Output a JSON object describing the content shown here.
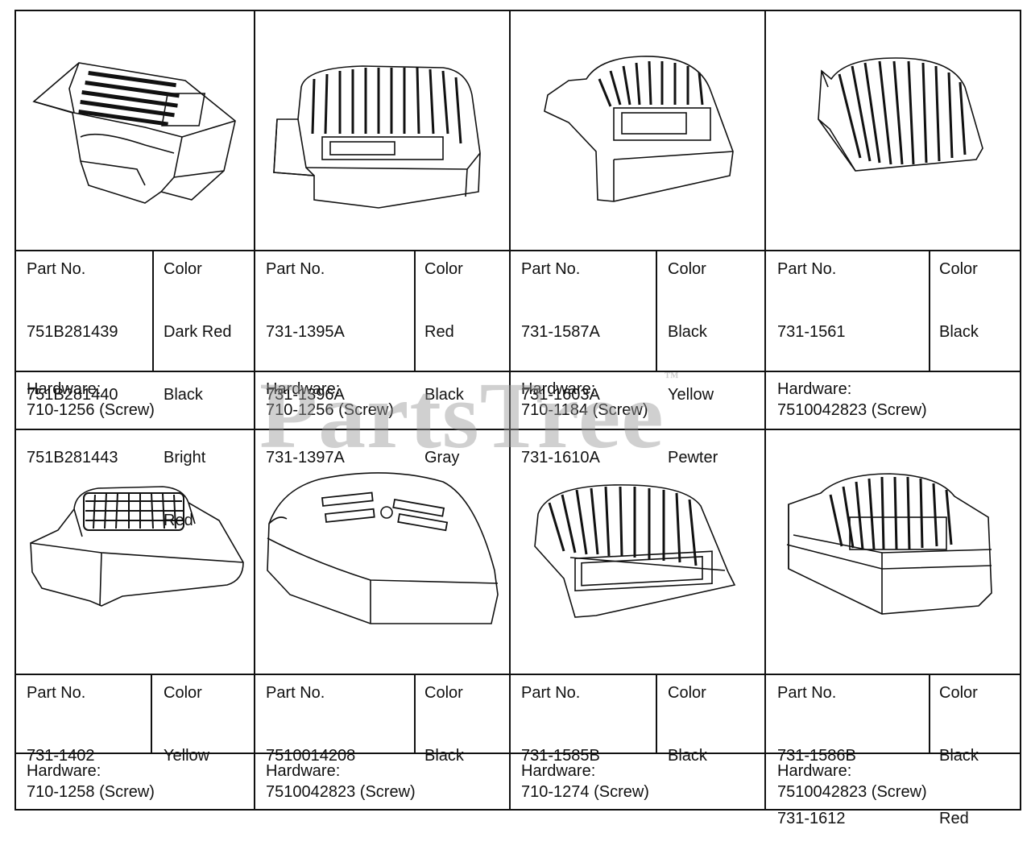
{
  "watermark": "PartsTree",
  "watermark_mark": "™",
  "labels": {
    "part_no": "Part No.",
    "color": "Color",
    "hardware": "Hardware:"
  },
  "icons": [
    "blower-housing-1-icon",
    "blower-housing-2-icon",
    "blower-housing-3-icon",
    "blower-housing-4-icon",
    "blower-housing-5-icon",
    "blower-housing-6-icon",
    "blower-housing-7-icon",
    "blower-housing-8-icon"
  ],
  "items": [
    {
      "parts": [
        "751B281439",
        "751B281440",
        "751B281443"
      ],
      "colors": [
        "Dark Red",
        "Black",
        "Bright",
        "Red"
      ],
      "hardware": "710-1256 (Screw)"
    },
    {
      "parts": [
        "731-1395A",
        "731-1396A",
        "731-1397A"
      ],
      "colors": [
        "Red",
        "Black",
        "Gray"
      ],
      "hardware": "710-1256 (Screw)"
    },
    {
      "parts": [
        "731-1587A",
        "731-1603A",
        "731-1610A"
      ],
      "colors": [
        "Black",
        "Yellow",
        "Pewter"
      ],
      "hardware": "710-1184 (Screw)"
    },
    {
      "parts": [
        "731-1561"
      ],
      "colors": [
        "Black"
      ],
      "hardware": "7510042823 (Screw)"
    },
    {
      "parts": [
        "731-1402"
      ],
      "colors": [
        "Yellow"
      ],
      "hardware": "710-1258 (Screw)"
    },
    {
      "parts": [
        "7510014208"
      ],
      "colors": [
        "Black"
      ],
      "hardware": "7510042823 (Screw)"
    },
    {
      "parts": [
        "731-1585B"
      ],
      "colors": [
        "Black"
      ],
      "hardware": "710-1274 (Screw)"
    },
    {
      "parts": [
        "731-1586B",
        "731-1612"
      ],
      "colors": [
        "Black",
        "Red"
      ],
      "hardware": "7510042823 (Screw)"
    }
  ]
}
